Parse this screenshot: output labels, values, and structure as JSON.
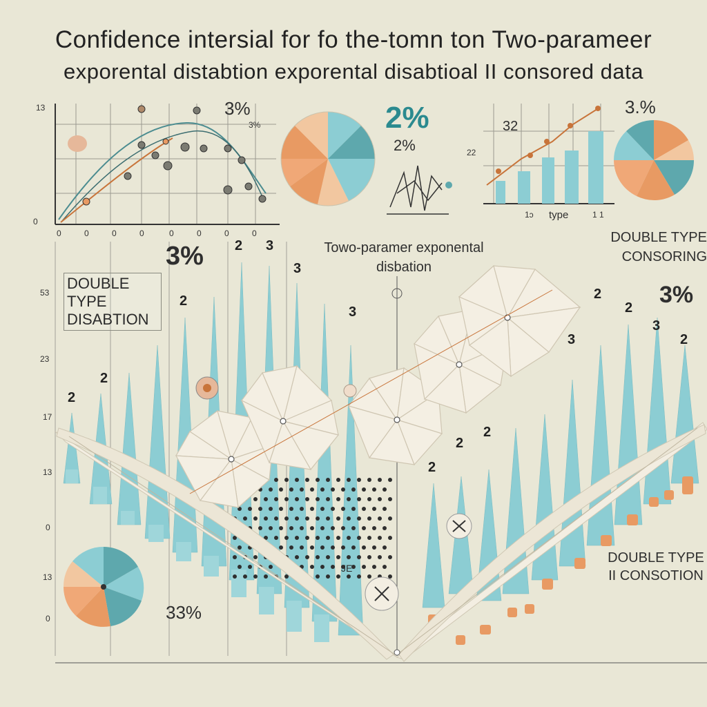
{
  "title": {
    "line1": "Confidence intersial  for fo the-tomn ton Two-parameer",
    "line2": "exporental distabtion exporental  disabtioal II consored data"
  },
  "labels": {
    "pct_top_left": "3%",
    "pct_center_big": "2%",
    "pct_center_small": "2%",
    "pct_top_right": "3.%",
    "pct_mid_left": "3%",
    "pct_mid_right": "3%",
    "pct_bottom_left": "33%",
    "double_type_left": "DOUBLE TYPE DISABTION",
    "double_type_right_top": "DOUBLE TYPE CONSORING",
    "double_type_right_bottom": "DOUBLE TYPE II CONSOTION",
    "center_heading": "Towo-paramer exponental disbation",
    "axis_type": "type",
    "small_32": "32",
    "tag_je": "JE"
  },
  "colors": {
    "background": "#e9e7d6",
    "teal": "#8ccdd3",
    "teal_dark": "#5ea8ad",
    "orange": "#e89a63",
    "peach": "#f2c7a0",
    "paper": "#f3eee2",
    "line": "#2f2f2f",
    "accent_line": "#c8743a"
  }
}
